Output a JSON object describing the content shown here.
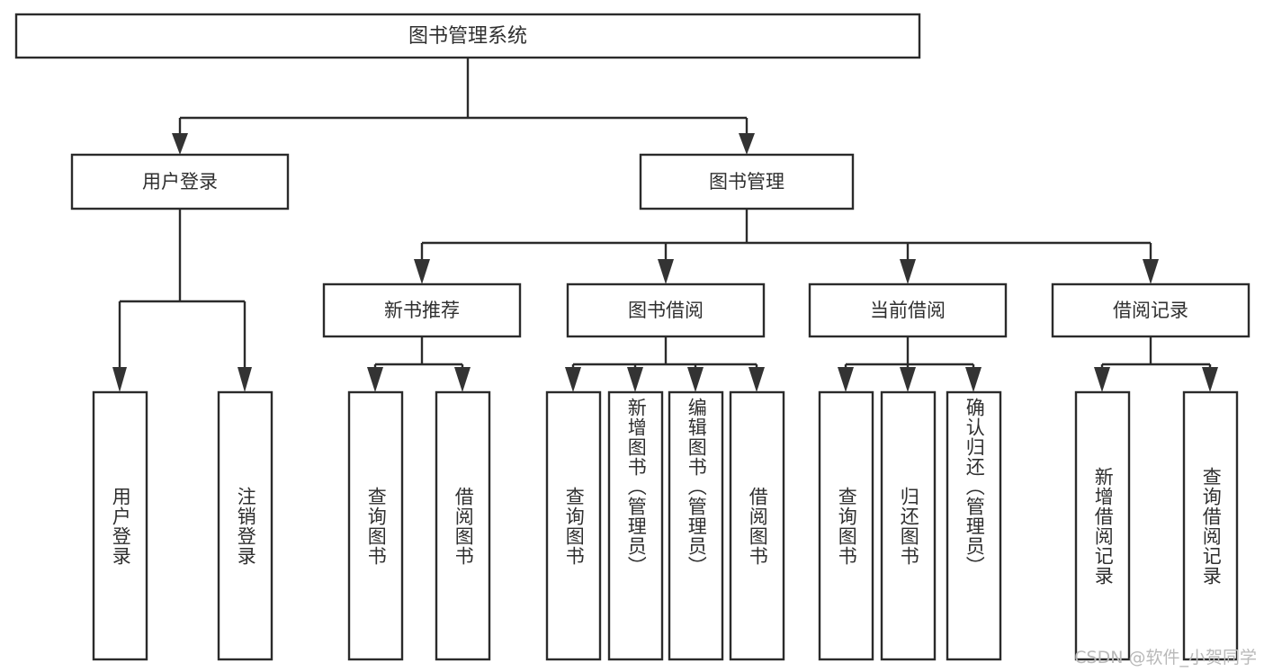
{
  "diagram": {
    "title": "图书管理系统",
    "type": "tree",
    "root": {
      "id": "root",
      "label": "图书管理系统",
      "orientation": "horizontal"
    },
    "level1": [
      {
        "id": "user-login",
        "label": "用户登录",
        "orientation": "horizontal"
      },
      {
        "id": "book-management",
        "label": "图书管理",
        "orientation": "horizontal"
      }
    ],
    "level2": [
      {
        "id": "new-book-recommend",
        "label": "新书推荐",
        "parent": "book-management",
        "orientation": "horizontal"
      },
      {
        "id": "book-borrow",
        "label": "图书借阅",
        "parent": "book-management",
        "orientation": "horizontal"
      },
      {
        "id": "current-borrow",
        "label": "当前借阅",
        "parent": "book-management",
        "orientation": "horizontal"
      },
      {
        "id": "borrow-record",
        "label": "借阅记录",
        "parent": "book-management",
        "orientation": "horizontal"
      }
    ],
    "leaves": [
      {
        "id": "leaf-user-login",
        "label": "用户登录",
        "parent": "user-login",
        "orientation": "vertical"
      },
      {
        "id": "leaf-logout-login",
        "label": "注销登录",
        "parent": "user-login",
        "orientation": "vertical"
      },
      {
        "id": "leaf-query-book-1",
        "label": "查询图书",
        "parent": "new-book-recommend",
        "orientation": "vertical"
      },
      {
        "id": "leaf-borrow-book-1",
        "label": "借阅图书",
        "parent": "new-book-recommend",
        "orientation": "vertical"
      },
      {
        "id": "leaf-query-book-2",
        "label": "查询图书",
        "parent": "book-borrow",
        "orientation": "vertical"
      },
      {
        "id": "leaf-add-book",
        "label": "新增图书（管理员）",
        "parent": "book-borrow",
        "orientation": "vertical"
      },
      {
        "id": "leaf-edit-book",
        "label": "编辑图书（管理员）",
        "parent": "book-borrow",
        "orientation": "vertical"
      },
      {
        "id": "leaf-borrow-book-2",
        "label": "借阅图书",
        "parent": "book-borrow",
        "orientation": "vertical"
      },
      {
        "id": "leaf-query-book-3",
        "label": "查询图书",
        "parent": "current-borrow",
        "orientation": "vertical"
      },
      {
        "id": "leaf-return-book",
        "label": "归还图书",
        "parent": "current-borrow",
        "orientation": "vertical"
      },
      {
        "id": "leaf-confirm-return",
        "label": "确认归还（管理员）",
        "parent": "current-borrow",
        "orientation": "vertical"
      },
      {
        "id": "leaf-add-record",
        "label": "新增借阅记录",
        "parent": "borrow-record",
        "orientation": "vertical"
      },
      {
        "id": "leaf-query-record",
        "label": "查询借阅记录",
        "parent": "borrow-record",
        "orientation": "vertical"
      }
    ],
    "watermark": "CSDN @软件_小贺同学",
    "colors": {
      "box_stroke": "#2b2b2b",
      "box_fill": "#ffffff",
      "text": "#2f2f2f",
      "connector": "#2b2b2b",
      "watermark": "#b9b9b9",
      "background": "#ffffff"
    }
  }
}
